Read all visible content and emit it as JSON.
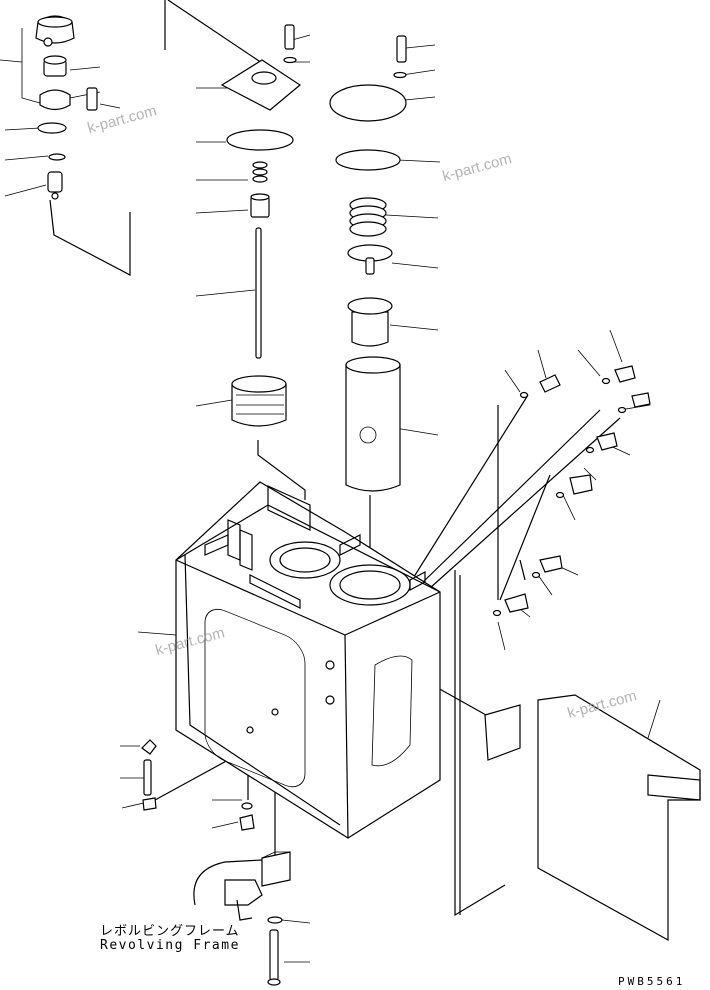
{
  "diagram": {
    "frame_label_jp": "レボルビングフレーム",
    "frame_label_en": "Revolving Frame",
    "drawing_code": "PWB5561",
    "watermarks": [
      "k-part.com",
      "k-part.com",
      "k-part.com",
      "k-part.com"
    ]
  },
  "colors": {
    "line": "#000000",
    "watermark": "#9a9a9a",
    "background": "#ffffff"
  }
}
